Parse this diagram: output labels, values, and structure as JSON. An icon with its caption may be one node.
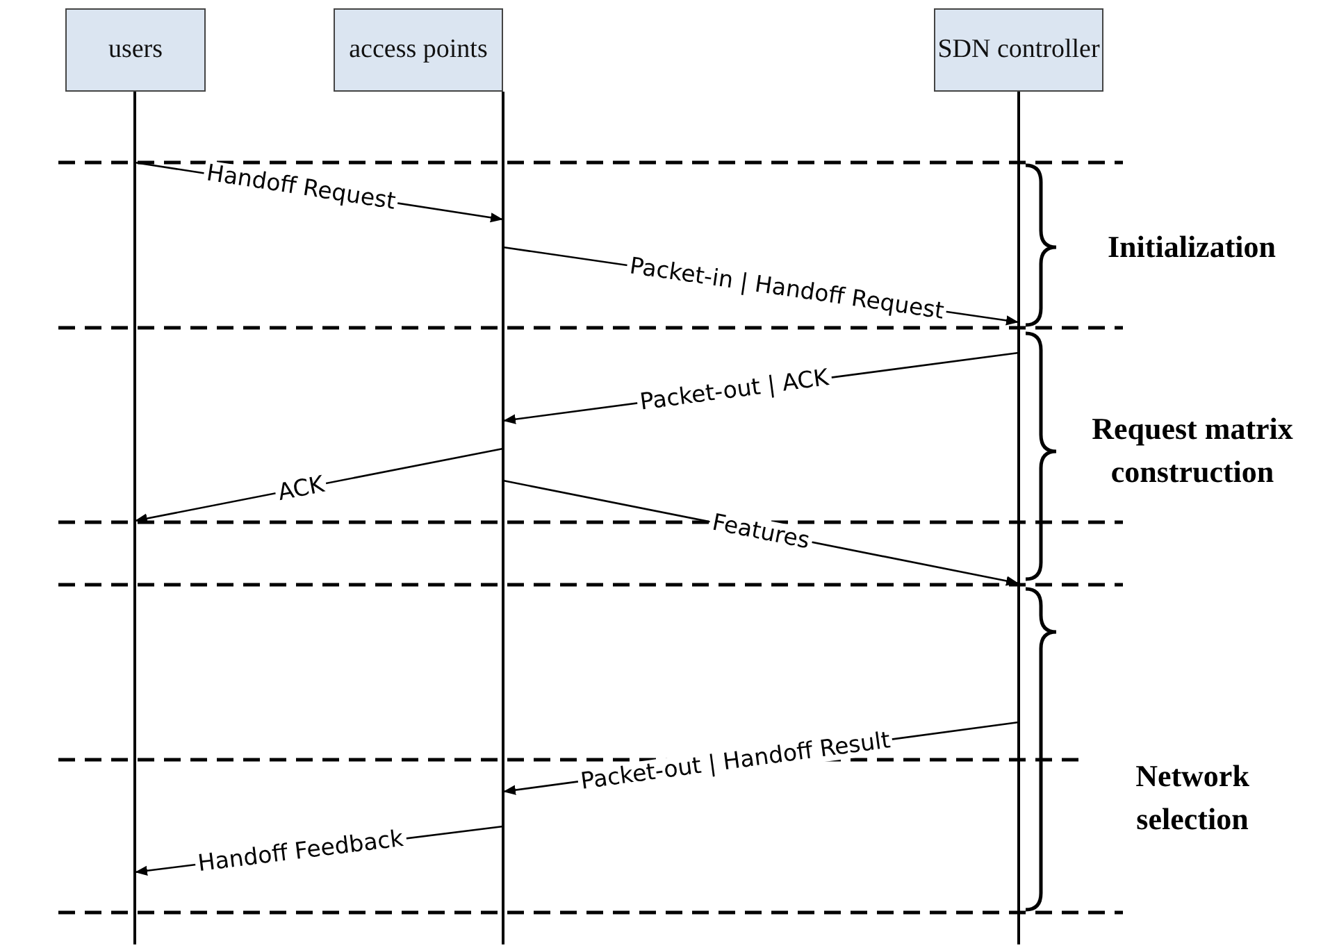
{
  "diagram": {
    "nodes": [
      {
        "text": [
          "users"
        ]
      },
      {
        "text": [
          "access points"
        ]
      },
      {
        "text": [
          "SDN controller"
        ]
      }
    ],
    "edges": [
      {
        "from": 0,
        "to": 1,
        "arrow": "to",
        "label": "Handoff Request"
      },
      {
        "from": 1,
        "to": 2,
        "arrow": "to",
        "label": "Packet-in | Handoff Request"
      },
      {
        "from": 2,
        "to": 1,
        "arrow": "to",
        "label": "Packet-out | ACK"
      },
      {
        "from": 1,
        "to": 0,
        "arrow": "to",
        "label": "ACK"
      },
      {
        "from": 1,
        "to": 2,
        "arrow": "to",
        "label": "Features"
      },
      {
        "from": 2,
        "to": 1,
        "arrow": "to",
        "label": "Packet-out | Handoff Result"
      },
      {
        "from": 1,
        "to": 0,
        "arrow": "to",
        "label": "Handoff Feedback"
      }
    ],
    "labels": [
      "Initialization",
      "Request matrix construction",
      "Network selection"
    ]
  }
}
